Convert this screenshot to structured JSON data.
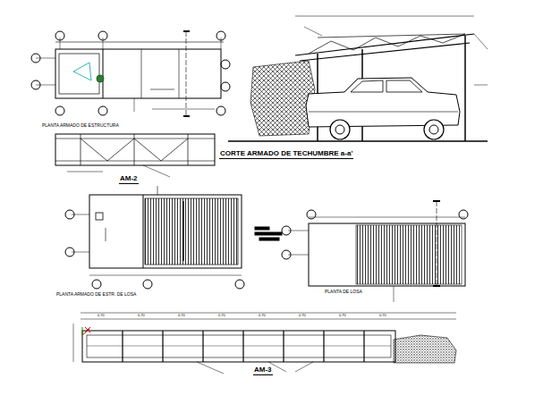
{
  "diagram": {
    "labels": [
      "PLANTA ARMADO DE ESTRUCTURA",
      "AM-2",
      "CORTE ARMADO DE TECHUMBRE a-a'",
      "PLANTA ARMADO DE ESTR. DE LOSA",
      "PLANTA DE LOSA",
      "AM-3",
      "0.70",
      "0.70",
      "0.70",
      "0.70",
      "0.70",
      "0.70",
      "0.70",
      "0.70"
    ]
  }
}
